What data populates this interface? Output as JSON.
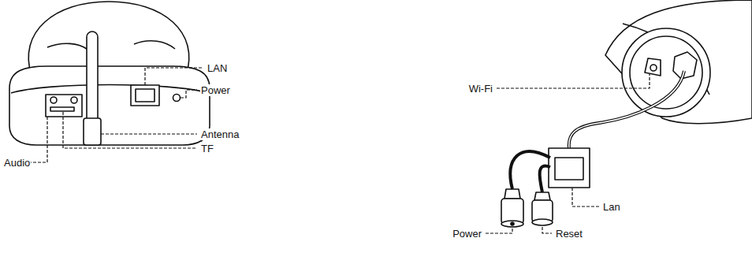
{
  "diagram": {
    "labels": [
      "LAN",
      "Power",
      "Antenna",
      "TF",
      "Audio",
      "Wi-Fi",
      "Lan",
      "Power",
      "Reset"
    ]
  }
}
